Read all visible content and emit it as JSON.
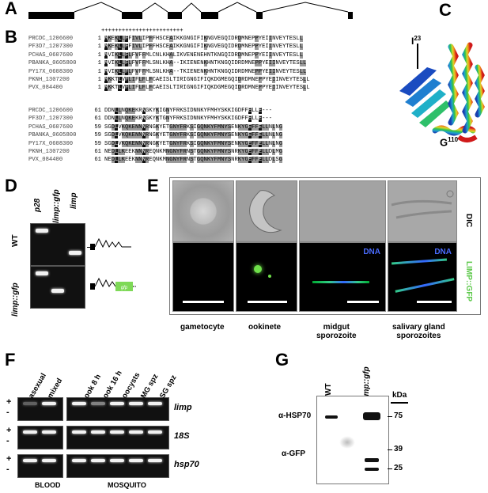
{
  "panels": {
    "A": "A",
    "B": "B",
    "C": "C",
    "D": "D",
    "E": "E",
    "F": "F",
    "G": "G"
  },
  "alignment": {
    "marker": "++++++++++++++++++++++++",
    "block1": [
      {
        "name": "PRCDC_1206600",
        "pos": "1",
        "seq": "MKEKLLFFIVLIPFFHSCEAIKKGNGIFIKNGVEGQIDRDMNEPPYEIINVEYTESLL"
      },
      {
        "name": "PF3D7_1207300",
        "pos": "1",
        "seq": "MKEKLLFFIVLIPFFHSCEAIKKGNGIFIKNGVEGQIDRDMNEPPYEIINVEYTESLL"
      },
      {
        "name": "PCHAS_0607600",
        "pos": "1",
        "seq": "MVIKLLFLFVFFMLCNLKHALIKVENENEHNTKNGQIDRDMNEPPYEIINVEYTESLL"
      },
      {
        "name": "PBANKA_0605800",
        "pos": "1",
        "seq": "MVIKLLFLFVFFMLSNLKHA--IKIENENKHNTKNGQIDRDMNEPPYEIINVEYTESLL"
      },
      {
        "name": "PY17X_0608300",
        "pos": "1",
        "seq": "MVIKLLFLFVFFMLSNLKHA--TKIENENKHNTKNGQIDRDMNEPPYEIINVEYTESLL"
      },
      {
        "name": "PKNH_1307200",
        "pos": "1",
        "seq": "MKKTLVFLIFLFLFCAEISLTIRIGNGIFIQKDGMEGQIDRDMNEPPYEIINVEYTESLL"
      },
      {
        "name": "PVX_084400",
        "pos": "1",
        "seq": "MKKTLVFLIFLFLFCAEISLTIRIGNGIFIQKDGMEGQIDRDMNEPPYEIINVEYTESLL"
      }
    ],
    "block2": [
      {
        "name": "PRCDC_1206600",
        "pos": "61",
        "seq": "DDNLLNQKEKRNGKYKIGNYFRKSIDNNKYFMHYSKKIGDFFELLE---"
      },
      {
        "name": "PF3D7_1207300",
        "pos": "61",
        "seq": "DDNLLNQKEKRNGKYKTGNYFRKSIDNNKYFMHYSKKIGDFFELLE---"
      },
      {
        "name": "PCHAS_0607600",
        "pos": "59",
        "seq": "SGDLVKQKENNNRNGKYETGNYFRKSIGQNKYFMNYSENKYGEFFELLNLNG"
      },
      {
        "name": "PBANKA_0605800",
        "pos": "59",
        "seq": "SGDLVKQKENNNRNGKYETGNYFRKSIGQNKYFMNYSENKYGEFFELLNLNG"
      },
      {
        "name": "PY17X_0608300",
        "pos": "59",
        "seq": "SGDLVKQKENNNRNGKYETGNYFRKSIGQNKYFMNYSENKYGEFFELLNLNG"
      },
      {
        "name": "PKNH_1307200",
        "pos": "61",
        "seq": "NEDLLKEEKNNNREQNKMNGNYFRNSTGQNKYFMNYSNRKYGEFFELLDLMG"
      },
      {
        "name": "PVX_084400",
        "pos": "61",
        "seq": "NEDLLKEEKNNNREQNKMNGNYFRNSTGQNKYFMNYSNRKYGEFFELLDLSG"
      }
    ]
  },
  "structure": {
    "n_label": "I",
    "n_sup": "23",
    "c_label": "G",
    "c_sup": "110"
  },
  "gel_d": {
    "lanes": [
      "p28",
      "limp::gfp",
      "limp"
    ],
    "rows": [
      "WT",
      "limp::gfp"
    ],
    "gfp_tag": "gfp"
  },
  "micro_e": {
    "columns": [
      "gametocyte",
      "ookinete",
      "midgut\nsporozoite",
      "salivary gland\nsporozoites"
    ],
    "row_labels": [
      "DIC",
      "LIMP::GFP"
    ],
    "dna_label": "DNA"
  },
  "gel_f": {
    "blood_lanes": [
      "asexual",
      "mixed"
    ],
    "mosquito_lanes": [
      "ook 8 h",
      "ook 16 h",
      "oocysts",
      "MG spz",
      "SG spz"
    ],
    "genes": [
      "limp",
      "18S",
      "hsp70"
    ],
    "plus": "+",
    "minus": "-",
    "groups": [
      "BLOOD",
      "MOSQUITO"
    ]
  },
  "blot_g": {
    "lanes": [
      "WT",
      "limp::gfp"
    ],
    "kda": "kDa",
    "markers": [
      "75",
      "39",
      "25"
    ],
    "antibodies": [
      "α-HSP70",
      "α-GFP"
    ]
  },
  "colors": {
    "highlight_black": "#111111",
    "highlight_gray": "#9a9a9a",
    "gfp_green": "#7ed957",
    "dna_blue": "#4a6cff",
    "limp_green": "#5cc84a"
  }
}
